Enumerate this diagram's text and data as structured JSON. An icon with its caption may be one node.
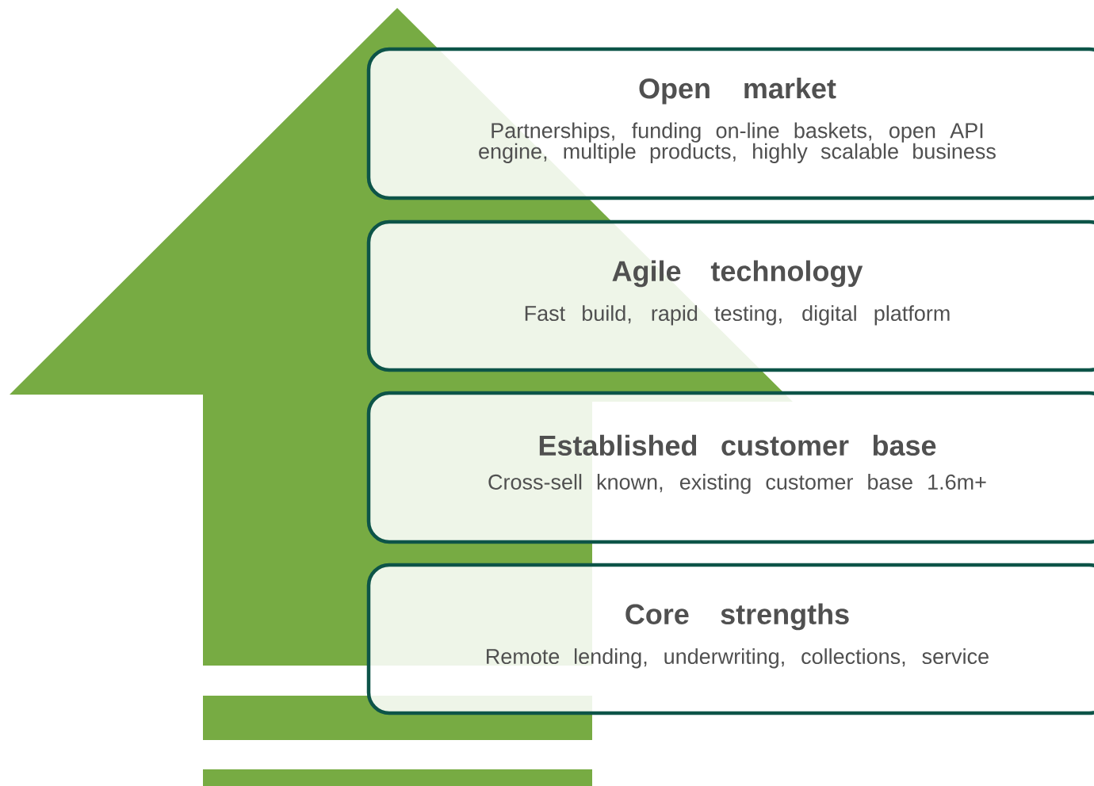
{
  "diagram": {
    "nodes": [
      {
        "text": [
          "Open market",
          "Partnerships, funding on-line baskets, open API engine, multiple products, highly scalable business"
        ]
      },
      {
        "text": [
          "Agile technology",
          "Fast build, rapid testing, digital platform"
        ]
      },
      {
        "text": [
          "Established customer base",
          "Cross-sell known, existing customer base 1.6m+"
        ]
      },
      {
        "text": [
          "Core strengths",
          "Remote lending, underwriting, collections, service"
        ]
      }
    ]
  }
}
